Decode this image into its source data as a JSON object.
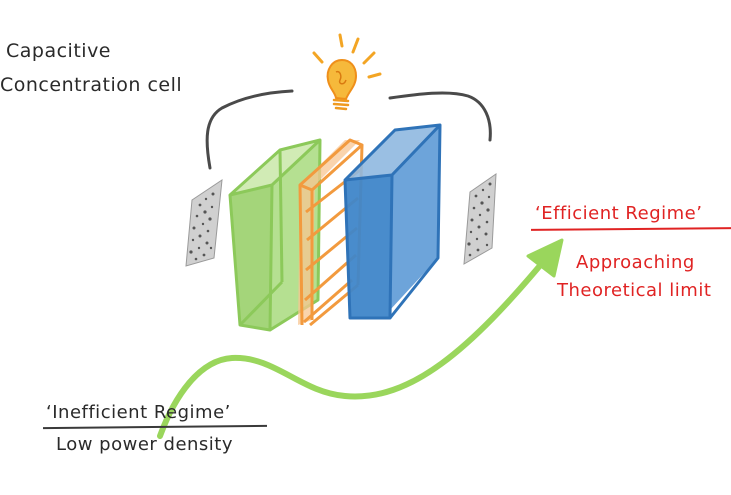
{
  "labels": {
    "cell_title_line1": "Capacitive",
    "cell_title_line2": "Concentration cell",
    "efficient_title": "‘Efficient Regime’",
    "efficient_sub_line1": "Approaching",
    "efficient_sub_line2": "Theoretical limit",
    "inefficient_title": "‘Inefficient Regime’",
    "inefficient_sub": "Low power density"
  },
  "colors": {
    "green_chamber": "#9fd373",
    "orange_membrane": "#f5a24b",
    "blue_chamber": "#3f86c9",
    "electrode": "#b8b8b8",
    "arrow": "#9ad65c",
    "bulb": "#f3a524",
    "wire": "#444444",
    "red_text": "#e02323",
    "dark_text": "#2a2a2a"
  },
  "icons": {
    "bulb": "lightbulb-icon",
    "arrow": "curved-arrow"
  }
}
